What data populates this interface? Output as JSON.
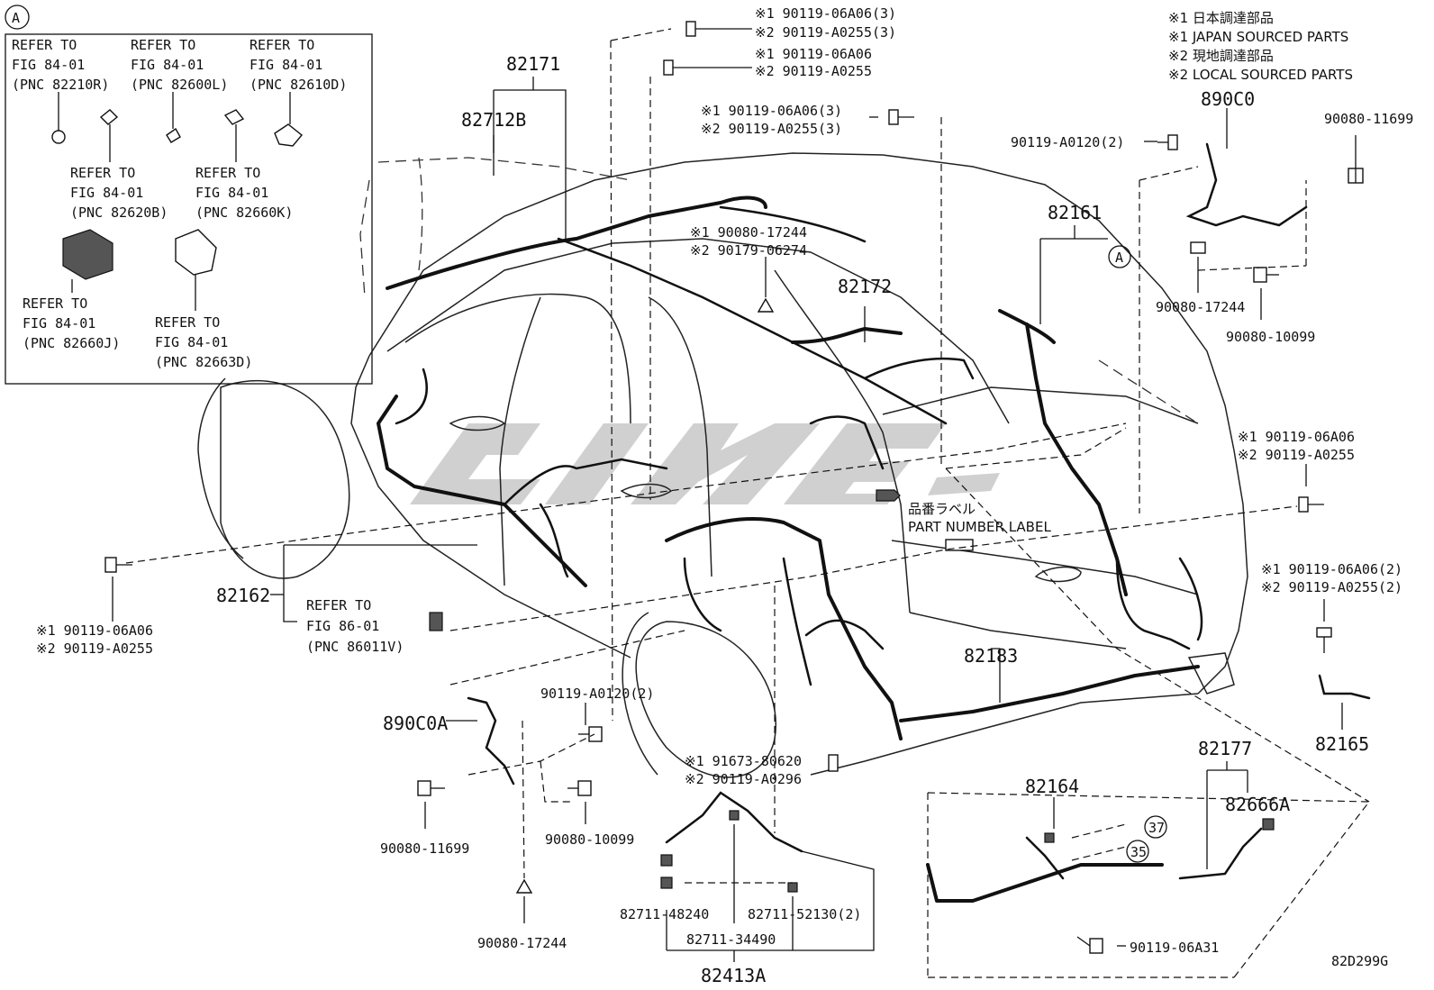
{
  "diagram_code": "82D299G",
  "legend": {
    "line1": "※1 日本調達部品",
    "line2": "※1 JAPAN SOURCED PARTS",
    "line3": "※2 現地調達部品",
    "line4": "※2 LOCAL SOURCED PARTS"
  },
  "inset": {
    "circle_label": "A",
    "refs": [
      {
        "l1": "REFER TO",
        "l2": "FIG 84-01",
        "l3": "(PNC 82210R)"
      },
      {
        "l1": "REFER TO",
        "l2": "FIG 84-01",
        "l3": "(PNC 82600L)"
      },
      {
        "l1": "REFER TO",
        "l2": "FIG 84-01",
        "l3": "(PNC 82610D)"
      },
      {
        "l1": "REFER TO",
        "l2": "FIG 84-01",
        "l3": "(PNC 82620B)"
      },
      {
        "l1": "REFER TO",
        "l2": "FIG 84-01",
        "l3": "(PNC 82660K)"
      },
      {
        "l1": "REFER TO",
        "l2": "FIG 84-01",
        "l3": "(PNC 82660J)"
      },
      {
        "l1": "REFER TO",
        "l2": "FIG 84-01",
        "l3": "(PNC 82663D)"
      }
    ]
  },
  "parts": {
    "p82171": "82171",
    "p82712B": "82712B",
    "p82172": "82172",
    "p82161": "82161",
    "p890C0": "890C0",
    "p82162": "82162",
    "p82183": "82183",
    "p82165": "82165",
    "p82177": "82177",
    "p82666A": "82666A",
    "p82164": "82164",
    "p890C0A": "890C0A",
    "p82413A": "82413A",
    "circleA": "A",
    "c37": "37",
    "c35": "35"
  },
  "bolts": {
    "b_top1_1": "※1 90119-06A06(3)",
    "b_top1_2": "※2 90119-A0255(3)",
    "b_top2_1": "※1 90119-06A06",
    "b_top2_2": "※2 90119-A0255",
    "b_mid_1": "※1 90119-06A06(3)",
    "b_mid_2": "※2 90119-A0255(3)",
    "b_roof_1": "※1 90080-17244",
    "b_roof_2": "※2 90179-06274",
    "b_a0120_r": "90119-A0120(2)",
    "b_11699_r": "90080-11699",
    "b_17244_r": "90080-17244",
    "b_10099_r": "90080-10099",
    "b_right1_1": "※1 90119-06A06",
    "b_right1_2": "※2 90119-A0255",
    "b_right2_1": "※1 90119-06A06(2)",
    "b_right2_2": "※2 90119-A0255(2)",
    "b_left_1": "※1 90119-06A06",
    "b_left_2": "※2 90119-A0255",
    "b_a0120_l": "90119-A0120(2)",
    "b_11699_l": "90080-11699",
    "b_10099_l": "90080-10099",
    "b_17244_l": "90080-17244",
    "b_916_1": "※1 91673-80620",
    "b_916_2": "※2 90119-A0296",
    "clip1": "82711-48240",
    "clip2": "82711-52130(2)",
    "clip3": "82711-34490",
    "b_06a31": "90119-06A31"
  },
  "refer_fig86": {
    "l1": "REFER TO",
    "l2": "FIG 86-01",
    "l3": "(PNC 86011V)"
  },
  "part_number_label": {
    "jp": "品番ラベル",
    "en": "PART NUMBER LABEL"
  }
}
